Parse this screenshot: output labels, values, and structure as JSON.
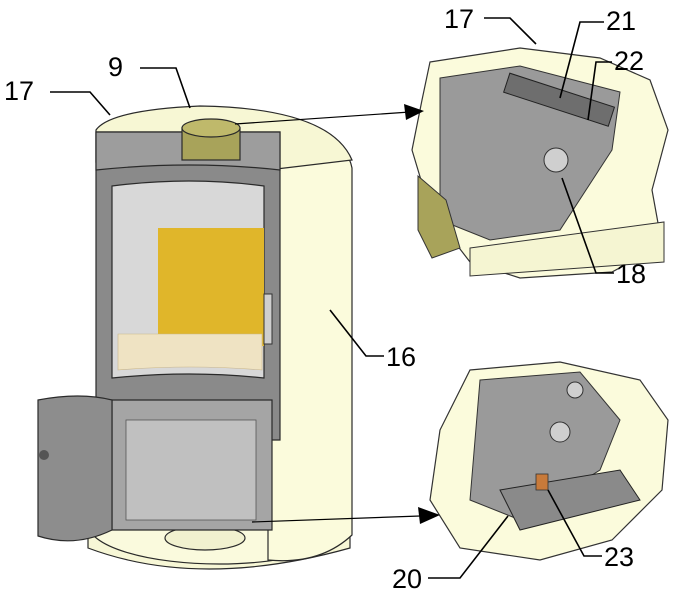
{
  "callouts": {
    "c17_left": "17",
    "c9": "9",
    "c17_detail": "17",
    "c21": "21",
    "c22": "22",
    "c18": "18",
    "c16": "16",
    "c20": "20",
    "c23": "23"
  },
  "colors": {
    "cladding": "#fbfbdc",
    "steel": "#8a8a8a",
    "steel_dark": "#5e5e5e",
    "glass_yellow": "#e0b62a",
    "flue_olive": "#a8a35a",
    "copper": "#c87a3a"
  }
}
